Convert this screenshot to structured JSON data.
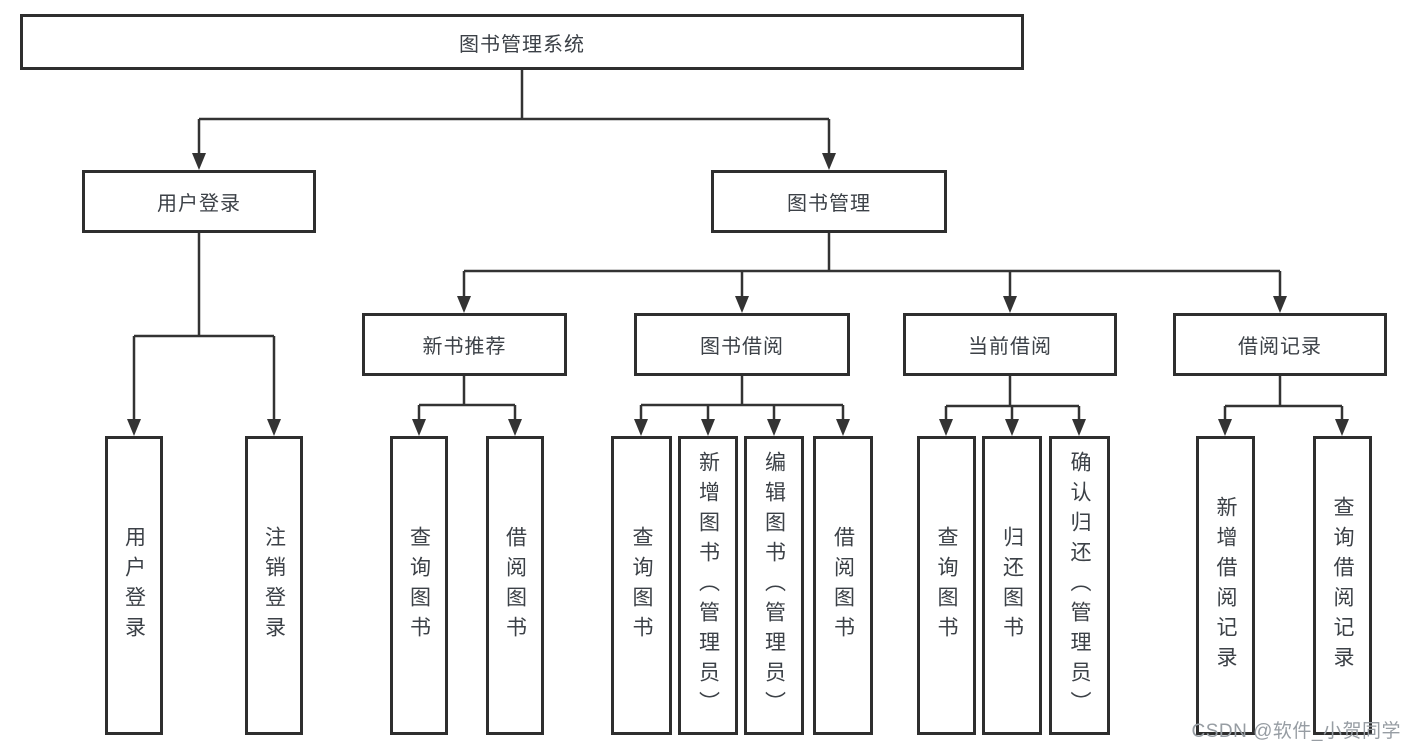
{
  "diagram_title": "图书管理系统",
  "colors": {
    "line": "#333333",
    "box_border": "#2e2e2e",
    "box_background": "#ffffff",
    "text": "#3c4147",
    "watermark": "#979da3"
  },
  "tree": {
    "label": "图书管理系统",
    "children": [
      {
        "label": "用户登录",
        "children": [
          {
            "label": "用户登录"
          },
          {
            "label": "注销登录"
          }
        ]
      },
      {
        "label": "图书管理",
        "children": [
          {
            "label": "新书推荐",
            "children": [
              {
                "label": "查询图书"
              },
              {
                "label": "借阅图书"
              }
            ]
          },
          {
            "label": "图书借阅",
            "children": [
              {
                "label": "查询图书"
              },
              {
                "label": "新增图书（管理员）"
              },
              {
                "label": "编辑图书（管理员）"
              },
              {
                "label": "借阅图书"
              }
            ]
          },
          {
            "label": "当前借阅",
            "children": [
              {
                "label": "查询图书"
              },
              {
                "label": "归还图书"
              },
              {
                "label": "确认归还（管理员）"
              }
            ]
          },
          {
            "label": "借阅记录",
            "children": [
              {
                "label": "新增借阅记录"
              },
              {
                "label": "查询借阅记录"
              }
            ]
          }
        ]
      }
    ]
  },
  "watermark": {
    "text": "CSDN @软件_小贺同学"
  }
}
